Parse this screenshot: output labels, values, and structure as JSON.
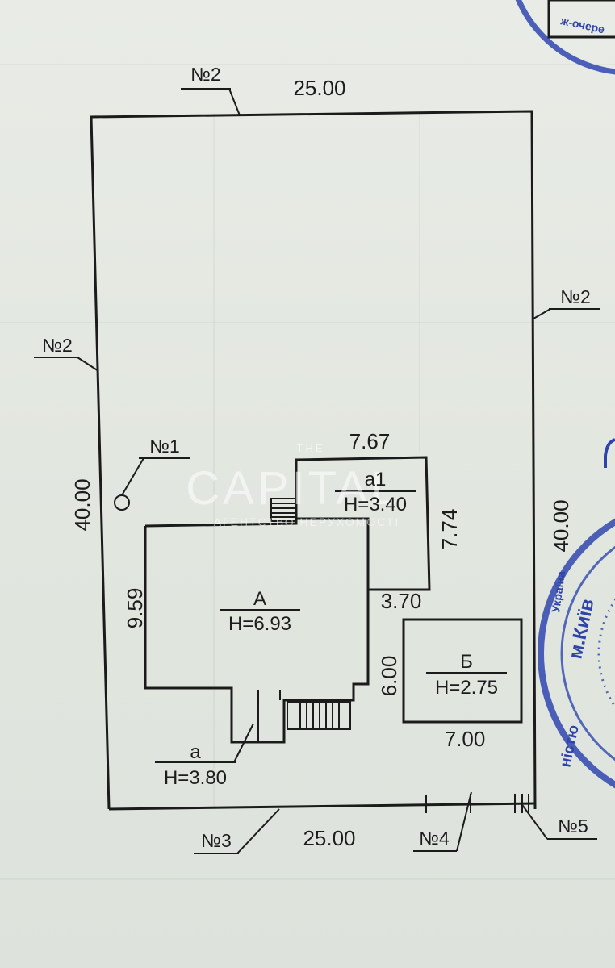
{
  "plot": {
    "top_length": "25.00",
    "bottom_length": "25.00",
    "left_length": "40.00",
    "right_length": "40.00"
  },
  "markers": {
    "n2_top": "№2",
    "n2_left": "№2",
    "n2_right": "№2",
    "n1": "№1",
    "n3": "№3",
    "n4": "№4",
    "n5": "№5"
  },
  "buildings": {
    "A": {
      "letter": "А",
      "height": "Н=6.93",
      "side": "9.59"
    },
    "a1": {
      "letter": "а1",
      "height": "Н=3.40",
      "width": "7.67",
      "depth": "7.74",
      "offset": "3.70"
    },
    "B": {
      "letter": "Б",
      "height": "Н=2.75",
      "width": "7.00",
      "depth": "6.00"
    },
    "a": {
      "letter": "а",
      "height": "Н=3.80"
    }
  },
  "watermark": {
    "top": "THE",
    "main": "CAPITAL",
    "sub": "АГЕНТСТВО НЕРУХОМОСТІ"
  },
  "seal": {
    "city": "м.Київ",
    "country": "Україна",
    "fragment": "ністю",
    "top_fragment": "ж-очере"
  },
  "colors": {
    "ink": "#1b1b1b",
    "paper": "#e4e8e1",
    "seal": "#2f44a8"
  }
}
